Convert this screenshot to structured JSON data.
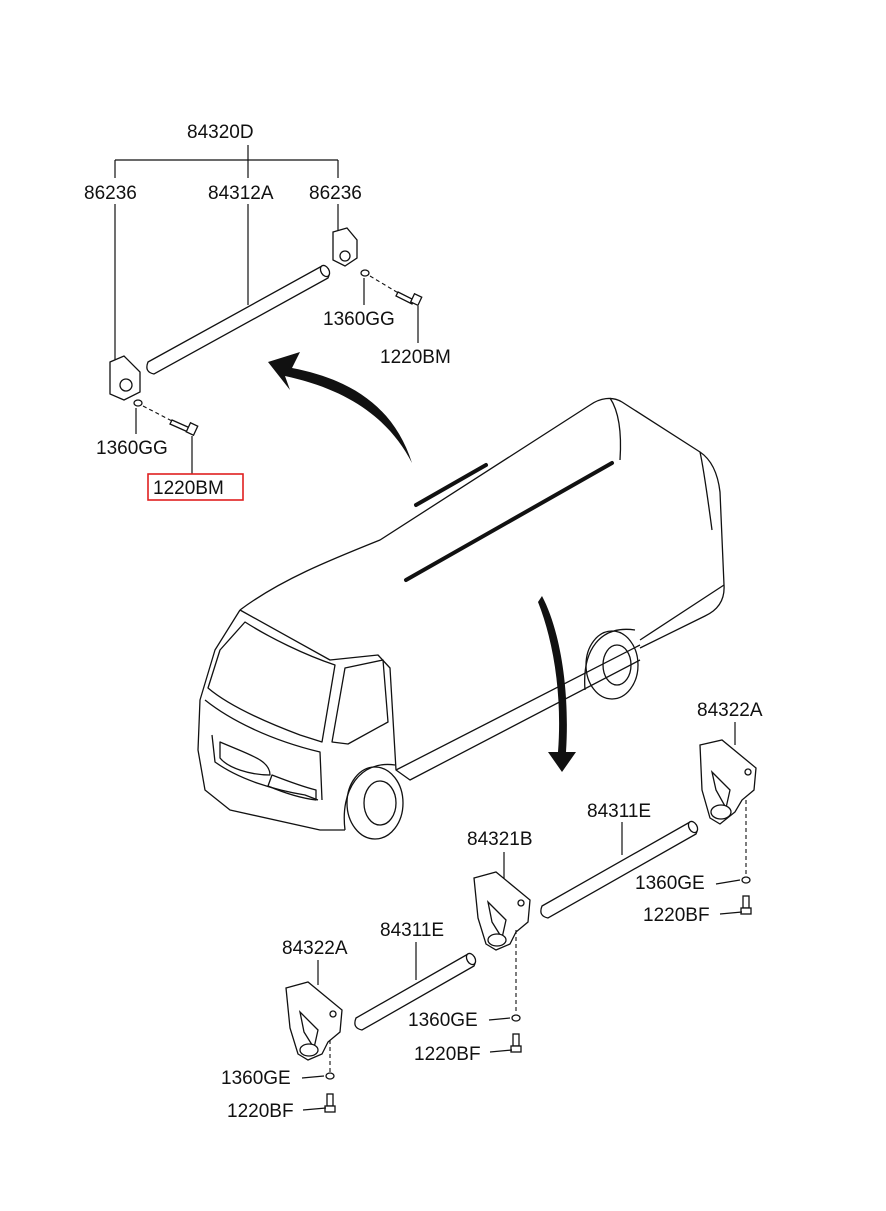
{
  "labels": {
    "assembly": "84320D",
    "bracket_left": "86236",
    "rod_upper": "84312A",
    "bracket_right": "86236",
    "washer_upper_right": "1360GG",
    "bolt_upper_right": "1220BM",
    "washer_upper_left": "1360GG",
    "bolt_upper_left_highlighted": "1220BM",
    "bracket_lower_right": "84322A",
    "rod_lower_right": "84311E",
    "washer_lower_right": "1360GE",
    "bolt_lower_right": "1220BF",
    "bracket_center": "84321B",
    "rod_lower_left": "84311E",
    "washer_center": "1360GE",
    "bolt_center": "1220BF",
    "bracket_lower_left": "84322A",
    "washer_lower_left": "1360GE",
    "bolt_lower_left": "1220BF"
  },
  "colors": {
    "ink": "#111111",
    "highlight": "#e02020"
  }
}
